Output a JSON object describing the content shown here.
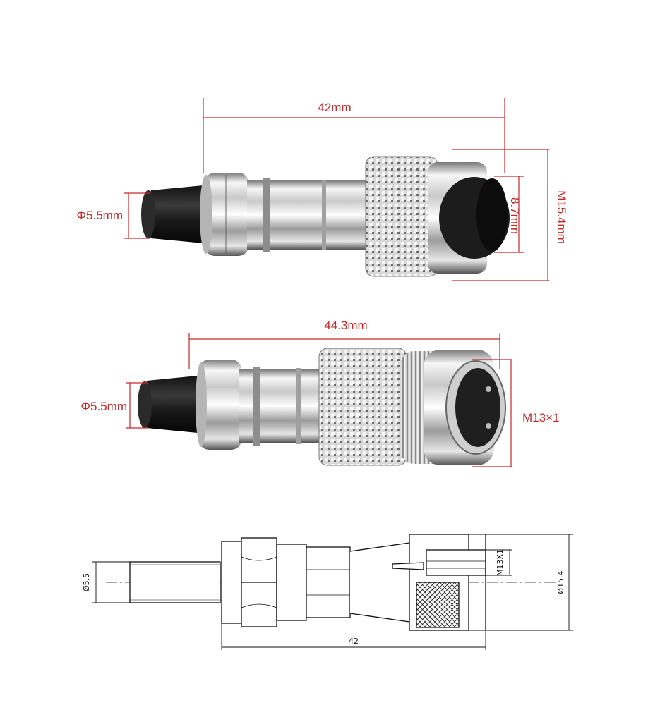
{
  "colors": {
    "dimension_red": "#c62828",
    "drawing_black": "#111111",
    "chrome_light": "#f4f4f4",
    "chrome_dark": "#6e6e6e",
    "cable_black": "#1b1b1b"
  },
  "top_connector": {
    "length_label": "42mm",
    "cable_diameter_label": "Φ5.5mm",
    "inner_label": "8.7mm",
    "outer_label": "M15.4mm"
  },
  "middle_connector": {
    "length_label": "44.3mm",
    "cable_diameter_label": "Φ5.5mm",
    "thread_label": "M13×1"
  },
  "technical_drawing": {
    "cable_label": "Ø5.5",
    "thread_label": "M13X1",
    "outer_label": "Ø15.4",
    "length_label": "42"
  }
}
